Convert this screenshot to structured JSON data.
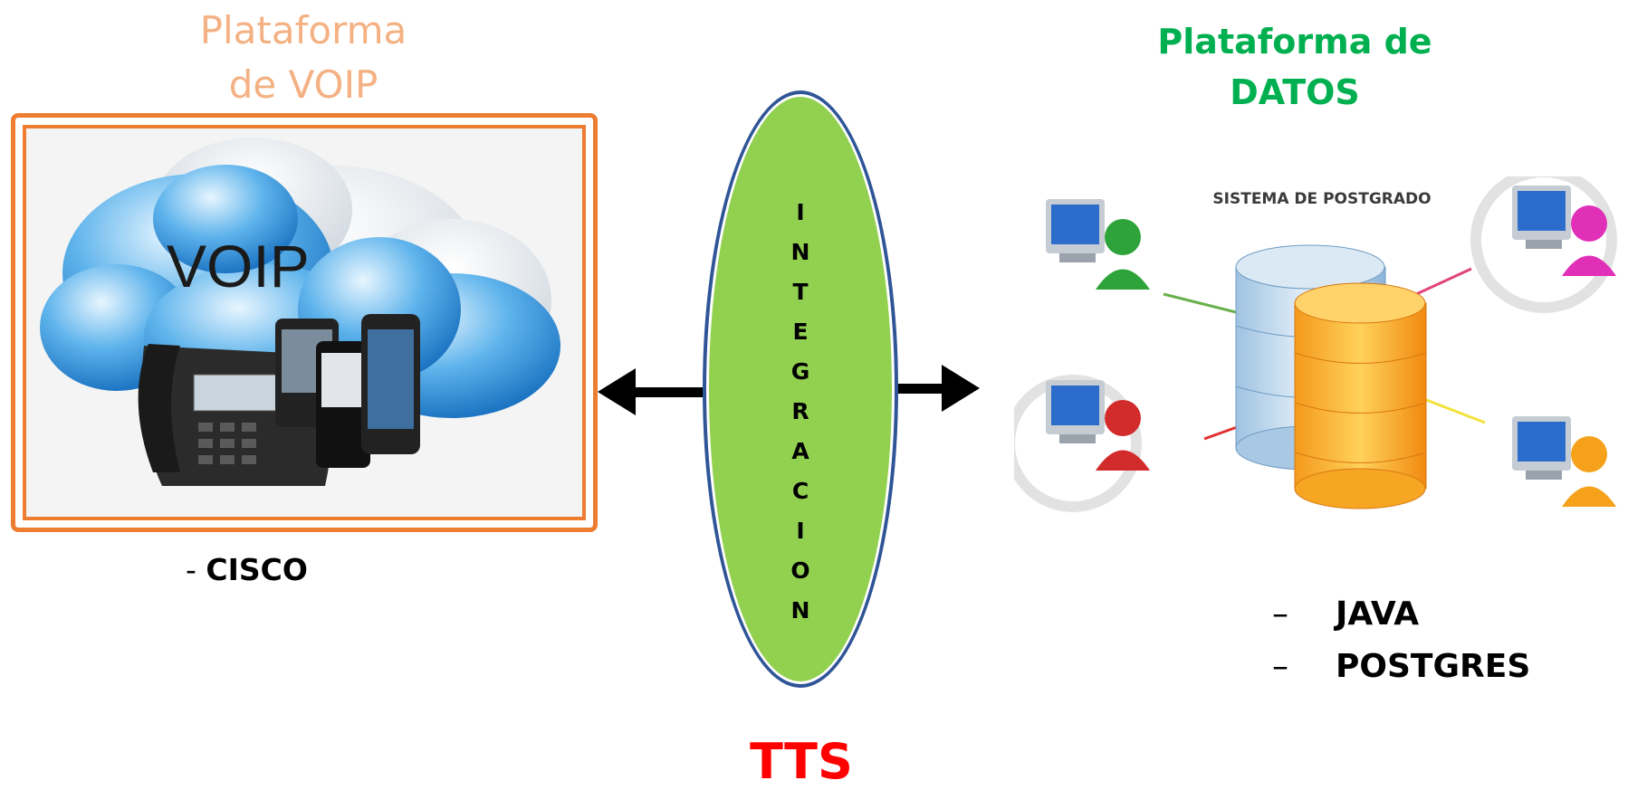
{
  "voip": {
    "title": "Plataforma\nde VOIP",
    "cloud_text": "VOIP",
    "caption_dash": "- ",
    "caption": "CISCO"
  },
  "integration": {
    "letters": [
      "I",
      "N",
      "T",
      "E",
      "G",
      "R",
      "A",
      "C",
      "I",
      "O",
      "N"
    ]
  },
  "tts": "TTS",
  "datos": {
    "title": "Plataforma de\nDATOS",
    "system_label": "SISTEMA DE POSTGRADO",
    "list": [
      "JAVA",
      "POSTGRES"
    ],
    "bullet": "–"
  },
  "colors": {
    "voip_title": "#f4b183",
    "frame": "#ed7d31",
    "ellipse_fill": "#92d050",
    "ellipse_border": "#2f5597",
    "datos_title": "#00b050",
    "tts": "#ff0000"
  },
  "icons": [
    "cloud-icon",
    "desk-phone-icon",
    "smartphone-icon",
    "database-icon",
    "user-computer-icon",
    "double-arrow-icon"
  ]
}
